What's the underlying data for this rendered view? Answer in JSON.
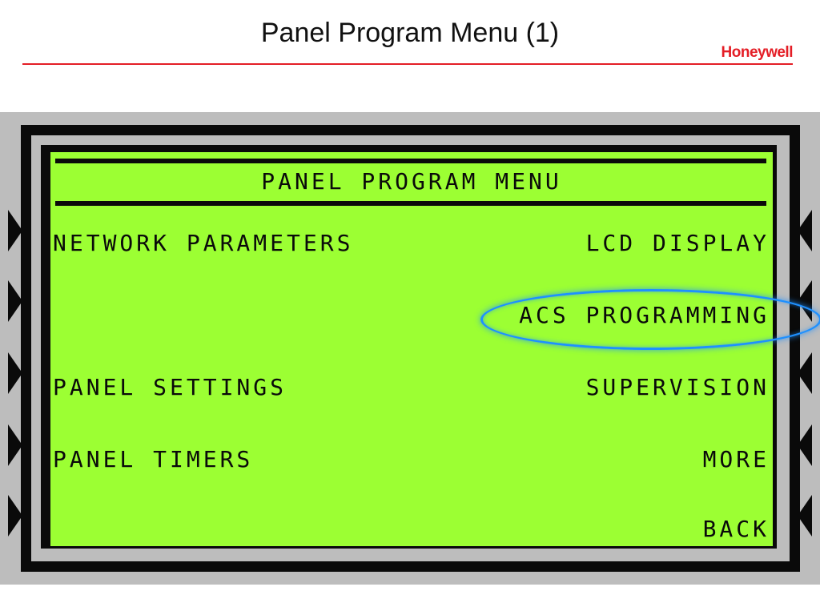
{
  "slide": {
    "title": "Panel Program Menu (1)",
    "logo_text": "Honeywell"
  },
  "lcd": {
    "header": "PANEL PROGRAM MENU",
    "left_items": [
      "NETWORK PARAMETERS",
      "",
      "PANEL SETTINGS",
      "PANEL TIMERS",
      ""
    ],
    "right_items": [
      "LCD DISPLAY",
      "ACS PROGRAMMING",
      "SUPERVISION",
      "MORE",
      "BACK"
    ],
    "highlighted_item": "ACS PROGRAMMING"
  },
  "colors": {
    "lcd_background": "#9cff33",
    "highlight": "#1e90ff",
    "brand_red": "#e41e26",
    "device_gray": "#bdbdbd"
  },
  "icons": {
    "soft_key_left": "triangle-right-icon",
    "soft_key_right": "triangle-left-icon"
  }
}
